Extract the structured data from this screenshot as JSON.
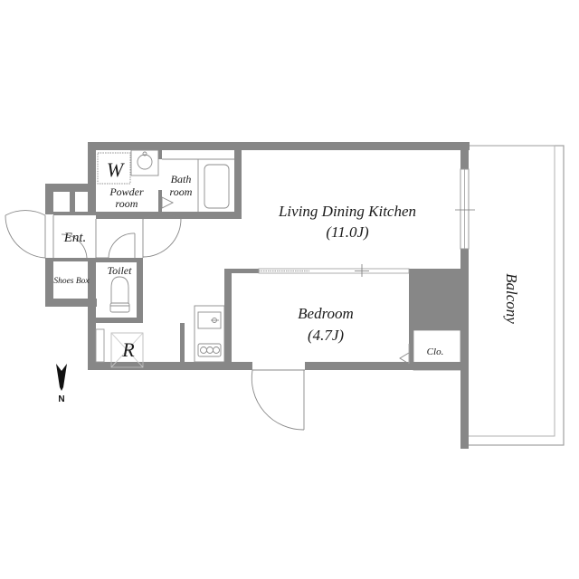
{
  "floor_plan": {
    "type": "apartment_1LDK_floor_plan",
    "colors": {
      "wall": "#878787",
      "fixture_line": "#8c8c8c",
      "background": "#ffffff",
      "text": "#1a1a1a"
    },
    "rooms": {
      "ldk": {
        "name": "Living Dining Kitchen",
        "area": "(11.0J)"
      },
      "bedroom": {
        "name": "Bedroom",
        "area": "(4.7J)"
      },
      "bath": {
        "line1": "Bath",
        "line2": "room"
      },
      "powder": {
        "line1": "Powder",
        "line2": "room"
      },
      "washer": {
        "symbol": "W"
      },
      "entrance": {
        "name": "Ent."
      },
      "shoes_box": {
        "name": "Shoes Box"
      },
      "toilet": {
        "name": "Toilet"
      },
      "refrigerator": {
        "symbol": "R"
      },
      "closet": {
        "name": "Clo."
      },
      "balcony": {
        "name": "Balcony"
      }
    },
    "compass": {
      "label": "N",
      "direction": "down"
    }
  }
}
